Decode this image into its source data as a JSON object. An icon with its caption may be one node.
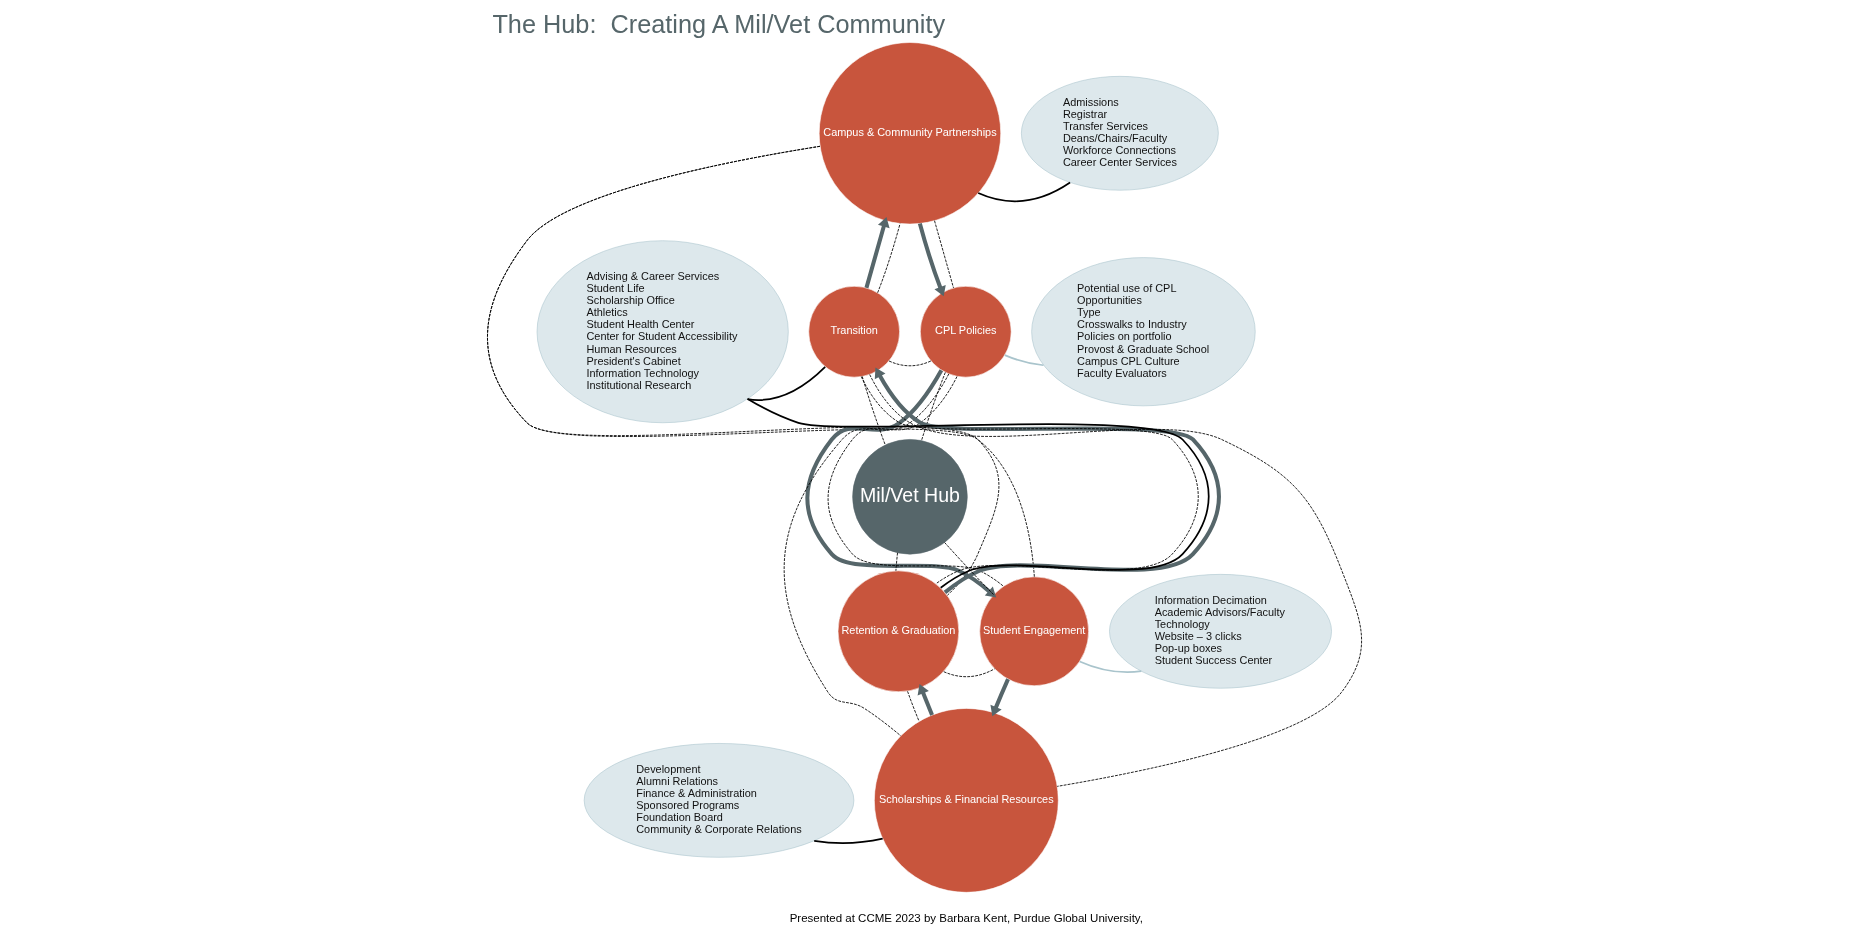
{
  "diagram": {
    "title": "The Hub:  Creating A Mil/Vet Community",
    "caption": "Presented at CCME 2023 by Barbara Kent, Purdue Global University,",
    "nodes": [
      {
        "text": [
          "Campus & Community Partnerships"
        ]
      },
      {
        "text": [
          "CPL Policies"
        ]
      },
      {
        "text": [
          "Student Engagement"
        ]
      },
      {
        "text": [
          "Scholarships & Financial Resources"
        ]
      },
      {
        "text": [
          "Retention & Graduation"
        ]
      },
      {
        "text": [
          "Transition"
        ]
      },
      {
        "text": [
          "Mil/Vet Hub"
        ]
      },
      {
        "text": [
          "Admissions",
          "Registrar",
          "Transfer Services",
          "Deans/Chairs/Faculty",
          "Workforce Connections",
          "Career Center Services"
        ]
      },
      {
        "text": [
          "Potential use of CPL",
          "Opportunities",
          "Type",
          "Crosswalks to Industry",
          "Policies on portfolio",
          "Provost & Graduate School",
          "Campus CPL Culture",
          "Faculty Evaluators"
        ]
      },
      {
        "text": [
          "Information Decimation",
          "Academic Advisors/Faculty",
          "Technology",
          "Website – 3 clicks",
          "Pop-up boxes",
          "Student Success Center"
        ]
      },
      {
        "text": [
          "Development",
          "Alumni Relations",
          "Finance & Administration",
          "Sponsored Programs",
          "Foundation Board",
          "Community & Corporate Relations"
        ]
      },
      {
        "text": [
          "Advising & Career Services",
          "Student Life",
          "Scholarship Office",
          "Athletics",
          "Student Health Center",
          "Center for Student Accessibility",
          "Human Resources",
          "President's Cabinet",
          "Information Technology",
          "Institutional Research"
        ]
      }
    ],
    "edges": [
      {
        "from": 5,
        "to": 0,
        "arrow": "to",
        "style": "thick",
        "color": "#56666a"
      },
      {
        "from": 0,
        "to": 1,
        "arrow": "to",
        "style": "thick",
        "color": "#56666a"
      },
      {
        "from": 1,
        "to": 2,
        "arrow": "to",
        "style": "thick",
        "color": "#56666a"
      },
      {
        "from": 2,
        "to": 3,
        "arrow": "to",
        "style": "thick",
        "color": "#56666a"
      },
      {
        "from": 3,
        "to": 4,
        "arrow": "to",
        "style": "thick",
        "color": "#56666a"
      },
      {
        "from": 4,
        "to": 5,
        "arrow": "to",
        "style": "thick",
        "color": "#56666a"
      },
      {
        "from": 5,
        "to": 1,
        "arrow": "none",
        "style": "dashed"
      },
      {
        "from": 4,
        "to": 2,
        "arrow": "none",
        "style": "dashed"
      },
      {
        "from": 0,
        "to": 4,
        "arrow": "none",
        "style": "dashed"
      },
      {
        "from": 0,
        "to": 2,
        "arrow": "none",
        "style": "dashed"
      },
      {
        "from": 5,
        "to": 3,
        "arrow": "none",
        "style": "dashed"
      },
      {
        "from": 1,
        "to": 3,
        "arrow": "none",
        "style": "dashed"
      },
      {
        "from": 5,
        "to": 0,
        "arrow": "none",
        "style": "dashed"
      },
      {
        "from": 0,
        "to": 1,
        "arrow": "none",
        "style": "dashed"
      },
      {
        "from": 1,
        "to": 2,
        "arrow": "none",
        "style": "dashed"
      },
      {
        "from": 4,
        "to": 3,
        "arrow": "none",
        "style": "dashed"
      },
      {
        "from": 5,
        "to": 4,
        "arrow": "none",
        "style": "dashed"
      },
      {
        "from": 5,
        "to": 6,
        "arrow": "none",
        "style": "dashed"
      },
      {
        "from": 1,
        "to": 6,
        "arrow": "none",
        "style": "dashed"
      },
      {
        "from": 6,
        "to": 2,
        "arrow": "none",
        "style": "dashed"
      },
      {
        "from": 6,
        "to": 4,
        "arrow": "none",
        "style": "dashed"
      },
      {
        "from": 7,
        "to": 0,
        "arrow": "none"
      },
      {
        "from": 8,
        "to": 1,
        "arrow": "none",
        "color": "#a9c4cc"
      },
      {
        "from": 9,
        "to": 2,
        "arrow": "none",
        "color": "#a9c4cc"
      },
      {
        "from": 10,
        "to": 3,
        "arrow": "none"
      },
      {
        "from": 11,
        "to": 5,
        "arrow": "none"
      },
      {
        "from": 11,
        "to": 4,
        "arrow": "none"
      }
    ]
  }
}
